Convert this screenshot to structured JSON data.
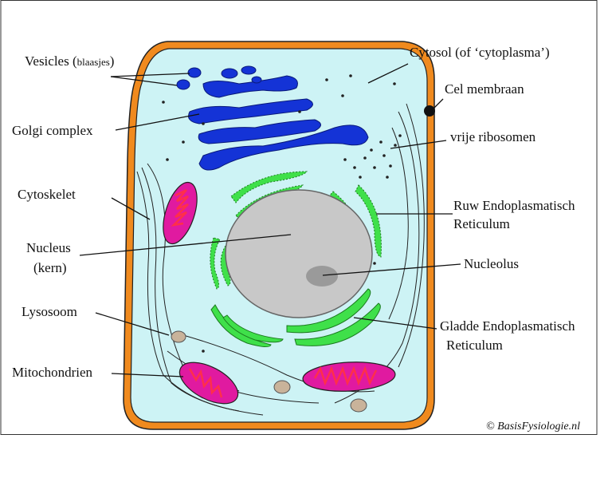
{
  "labels": {
    "vesicles": "Vesicles (",
    "vesicles_note": "blaasjes",
    "vesicles_close": ")",
    "golgi": "Golgi complex",
    "cytoskelet": "Cytoskelet",
    "nucleus": "Nucleus",
    "nucleus_nl": "(kern)",
    "lysosoom": "Lysosoom",
    "mitochondrien": "Mitochondrien",
    "cytosol": "Cytosol (of ‘cytoplasma’)",
    "cel_membraan": "Cel membraan",
    "vrije_ribosomen": "vrije ribosomen",
    "ruw_er_1": "Ruw Endoplasmatisch",
    "ruw_er_2": "Reticulum",
    "nucleolus": "Nucleolus",
    "gladde_er_1": "Gladde Endoplasmatisch",
    "gladde_er_2": "Reticulum"
  },
  "credit": "© BasisFysiologie.nl",
  "colors": {
    "membrane": "#f08a1e",
    "cytosol": "#cdf3f5",
    "golgi": "#1433d6",
    "nucleus": "#c8c8c8",
    "nucleolus": "#9a9a9a",
    "er": "#3fe04a",
    "mitochondria": "#e01aa0",
    "lysosome": "#c9b39a"
  }
}
